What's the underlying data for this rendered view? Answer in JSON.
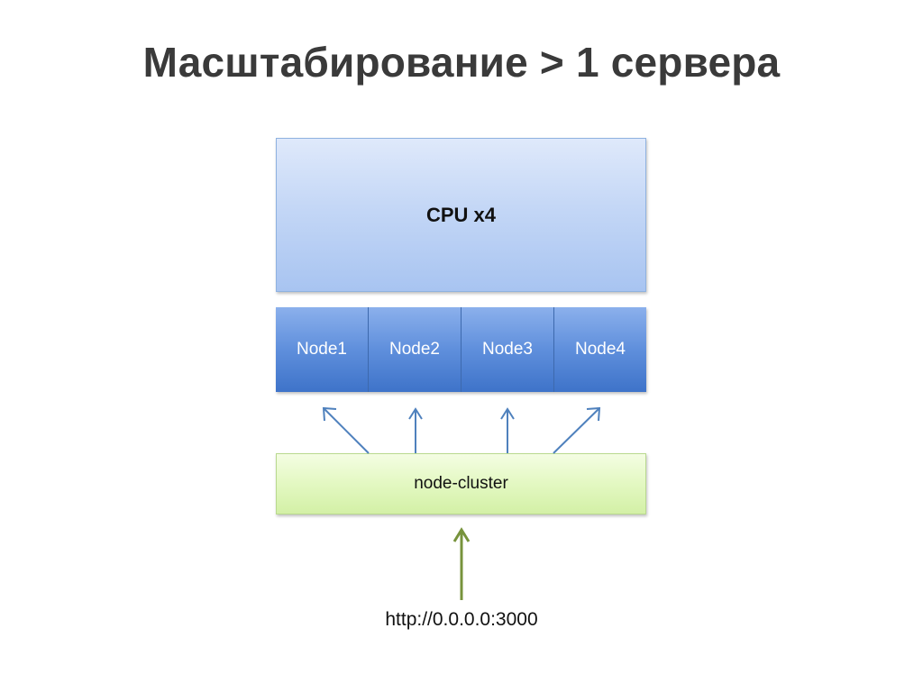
{
  "title": "Масштабирование > 1 сервера",
  "cpu": {
    "label": "CPU x4"
  },
  "nodes": [
    {
      "label": "Node1"
    },
    {
      "label": "Node2"
    },
    {
      "label": "Node3"
    },
    {
      "label": "Node4"
    }
  ],
  "cluster": {
    "label": "node-cluster"
  },
  "endpoint": {
    "label": "http://0.0.0.0:3000"
  },
  "colors": {
    "title_text": "#3a3a3a",
    "cpu_fill": "#c4d7f6",
    "node_fill": "#5f8fdc",
    "cluster_fill": "#e3f8c2",
    "blue_arrow": "#4f81bd",
    "green_arrow": "#77933c"
  }
}
